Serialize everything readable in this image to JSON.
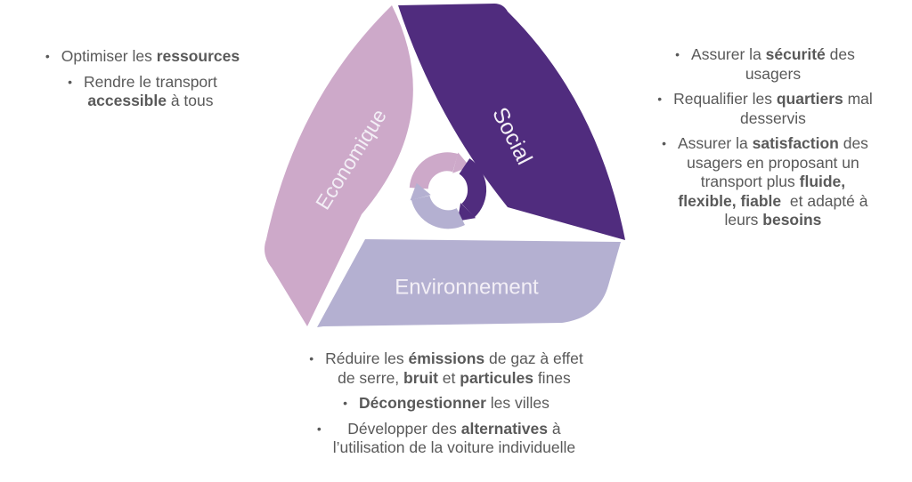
{
  "ui": {
    "bullet": "•"
  },
  "diagram": {
    "bands": [
      {
        "id": "economique",
        "label": "Economique",
        "color": "#CDA9C9"
      },
      {
        "id": "social",
        "label": "Social",
        "color": "#502C7E"
      },
      {
        "id": "environnement",
        "label": "Environnement",
        "color": "#B4B0D1"
      }
    ],
    "label_text_color": "#F3EFF6",
    "icon": "cycle-arrows"
  },
  "panels": {
    "left": {
      "items": [
        {
          "lines": [
            [
              {
                "t": "Optimiser les "
              },
              {
                "t": "ressources",
                "b": true
              }
            ]
          ]
        },
        {
          "lines": [
            [
              {
                "t": "Rendre le transport"
              }
            ],
            [
              {
                "t": "accessible",
                "b": true
              },
              {
                "t": " à tous"
              }
            ]
          ]
        }
      ]
    },
    "right": {
      "items": [
        {
          "lines": [
            [
              {
                "t": "Assurer la "
              },
              {
                "t": "sécurité",
                "b": true
              },
              {
                "t": " des"
              }
            ],
            [
              {
                "t": "usagers"
              }
            ]
          ]
        },
        {
          "lines": [
            [
              {
                "t": "Requalifier les "
              },
              {
                "t": "quartiers",
                "b": true
              },
              {
                "t": " mal"
              }
            ],
            [
              {
                "t": "desservis"
              }
            ]
          ]
        },
        {
          "lines": [
            [
              {
                "t": "Assurer la "
              },
              {
                "t": "satisfaction",
                "b": true
              },
              {
                "t": " des"
              }
            ],
            [
              {
                "t": "usagers en proposant un"
              }
            ],
            [
              {
                "t": "transport plus "
              },
              {
                "t": "fluide,",
                "b": true
              }
            ],
            [
              {
                "t": "flexible, fiable",
                "b": true
              },
              {
                "t": "  et adapté à"
              }
            ],
            [
              {
                "t": "leurs "
              },
              {
                "t": "besoins",
                "b": true
              }
            ]
          ]
        }
      ]
    },
    "bottom": {
      "items": [
        {
          "lines": [
            [
              {
                "t": "Réduire les "
              },
              {
                "t": "émissions",
                "b": true
              },
              {
                "t": " de gaz à effet"
              }
            ],
            [
              {
                "t": "de serre, "
              },
              {
                "t": "bruit",
                "b": true
              },
              {
                "t": " et "
              },
              {
                "t": "particules",
                "b": true
              },
              {
                "t": " fines"
              }
            ]
          ]
        },
        {
          "lines": [
            [
              {
                "t": "Décongestionner",
                "b": true
              },
              {
                "t": " les villes"
              }
            ]
          ]
        },
        {
          "lines": [
            [
              {
                "t": "Développer des "
              },
              {
                "t": "alternatives",
                "b": true
              },
              {
                "t": " à"
              }
            ],
            [
              {
                "t": "l’utilisation de la voiture individuelle"
              }
            ]
          ]
        }
      ]
    }
  }
}
